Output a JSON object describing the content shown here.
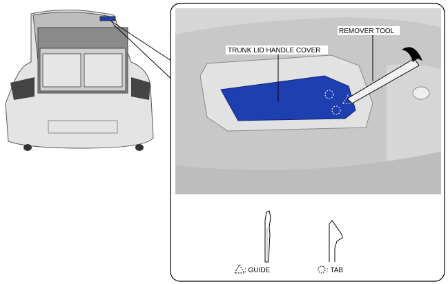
{
  "labels": {
    "handle_cover": "TRUNK LID HANDLE COVER",
    "remover_tool": "REMOVER TOOL"
  },
  "legend": {
    "guide": ": GUIDE",
    "tab": ": TAB"
  },
  "colors": {
    "cover": "#1e3fb0",
    "panel": "#d6d6d6"
  }
}
